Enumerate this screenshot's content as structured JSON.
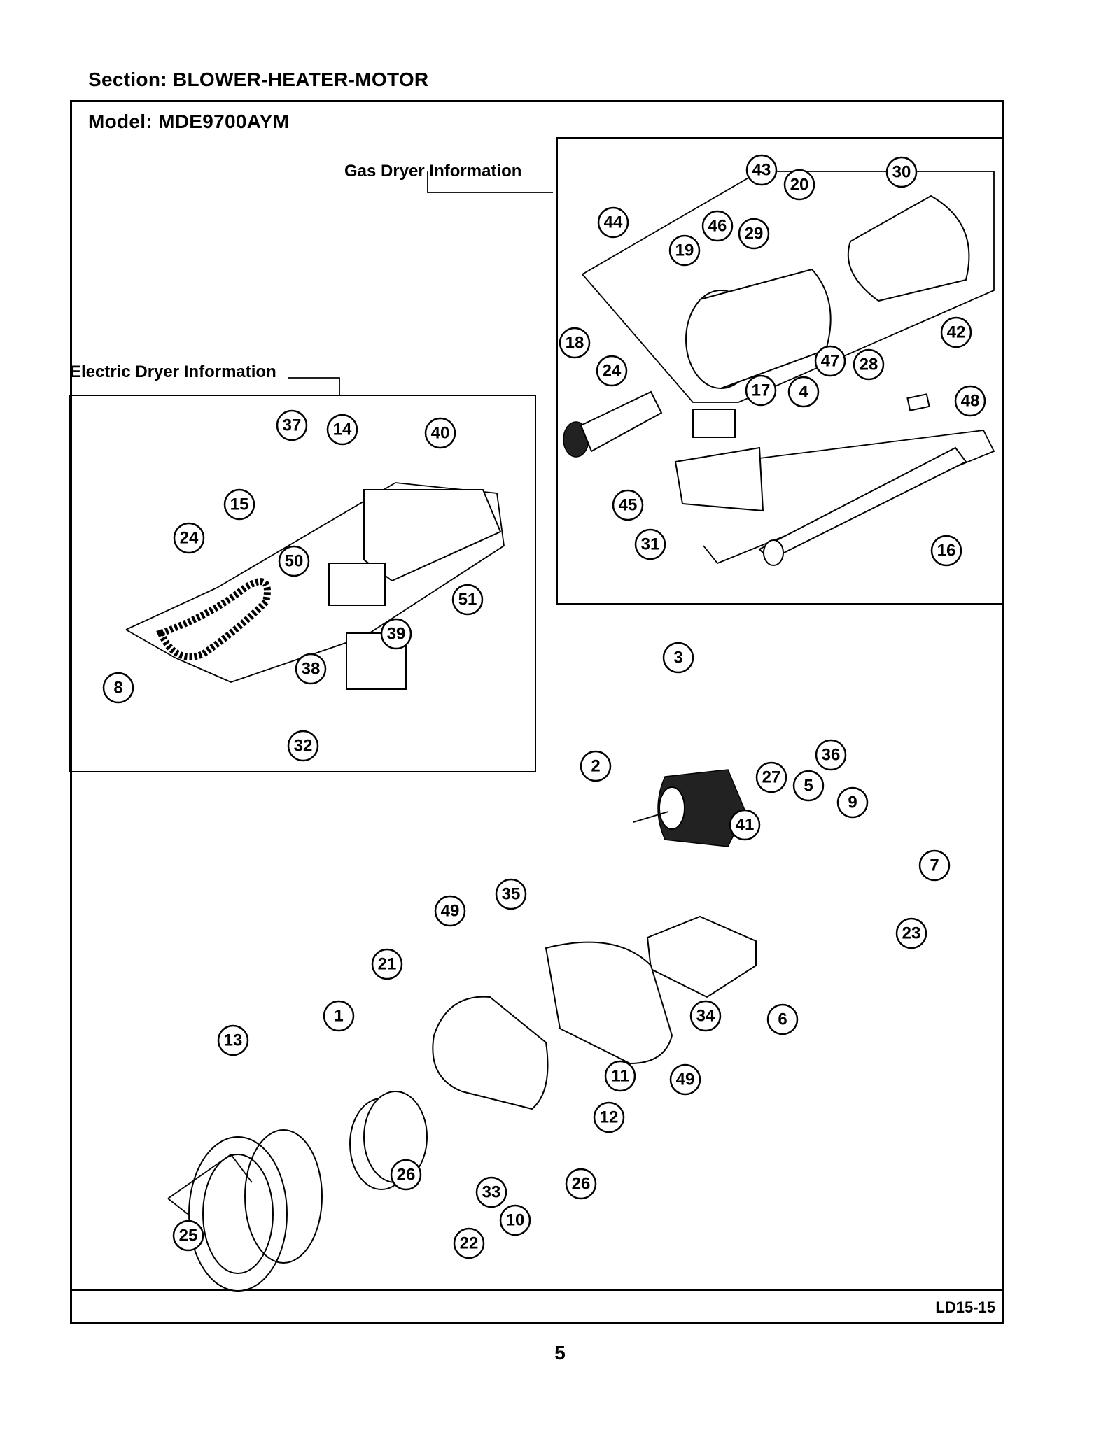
{
  "header": {
    "section_title": "Section:  BLOWER-HEATER-MOTOR",
    "model_title": "Model:  MDE9700AYM"
  },
  "insets": {
    "gas": "Gas Dryer Information",
    "electric": "Electric Dryer Information"
  },
  "footer": {
    "doc_code": "LD15-15",
    "page_number": "5"
  },
  "callouts": {
    "gas": [
      "43",
      "20",
      "30",
      "44",
      "46",
      "29",
      "19",
      "42",
      "18",
      "24",
      "47",
      "28",
      "17",
      "4",
      "48",
      "45",
      "31",
      "16"
    ],
    "electric": [
      "37",
      "14",
      "40",
      "15",
      "24",
      "50",
      "51",
      "38",
      "39",
      "8",
      "32"
    ],
    "main": [
      "3",
      "2",
      "36",
      "27",
      "5",
      "9",
      "41",
      "7",
      "35",
      "49",
      "23",
      "21",
      "1",
      "34",
      "6",
      "13",
      "11",
      "49",
      "12",
      "26",
      "26",
      "33",
      "10",
      "25",
      "22"
    ]
  }
}
